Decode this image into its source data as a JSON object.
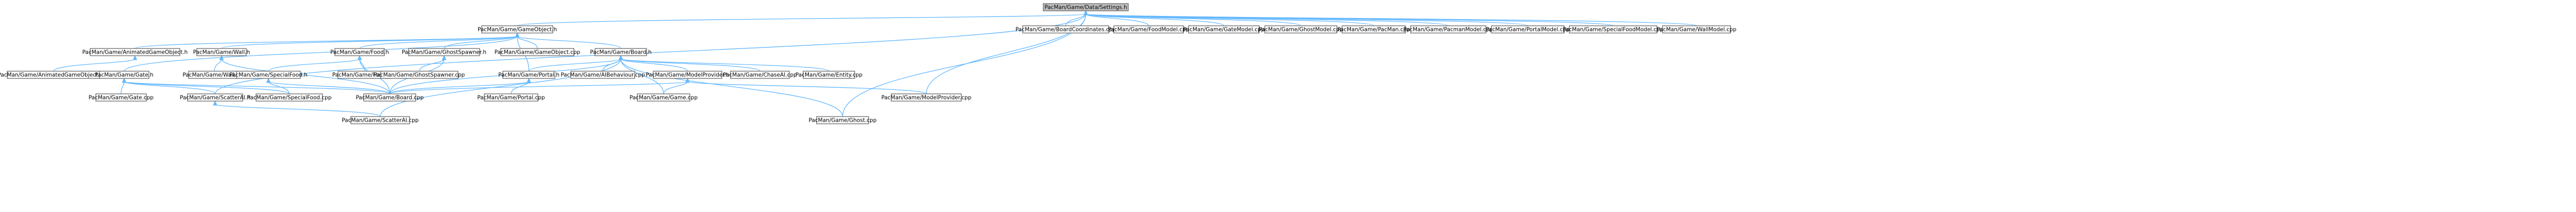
{
  "nodes": {
    "settings_h": {
      "label": "PacMan/Game/Data/Settings.h",
      "highlight": true
    },
    "gameobject_h": {
      "label": "PacMan/Game/GameObject.h"
    },
    "animated_h": {
      "label": "PacMan/Game/AnimatedGameObject.h"
    },
    "wall_h": {
      "label": "PacMan/Game/Wall.h"
    },
    "food_h": {
      "label": "PacMan/Game/Food.h"
    },
    "ghostspawner_h": {
      "label": "PacMan/Game/GhostSpawner.h"
    },
    "gameobject_cpp": {
      "label": "PacMan/Game/GameObject.cpp"
    },
    "board_h": {
      "label": "PacMan/Game/Board.h"
    },
    "boardcoords_cpp": {
      "label": "PacMan/Game/BoardCoordinates.cpp"
    },
    "foodmodel_cpp": {
      "label": "PacMan/Game/FoodModel.cpp"
    },
    "gatemodel_cpp": {
      "label": "PacMan/Game/GateModel.cpp"
    },
    "ghostmodel_cpp": {
      "label": "PacMan/Game/GhostModel.cpp"
    },
    "pacman_cpp": {
      "label": "PacMan/Game/PacMan.cpp"
    },
    "pacmanmodel_cpp": {
      "label": "PacMan/Game/PacmanModel.cpp"
    },
    "portalmodel_cpp": {
      "label": "PacMan/Game/PortalModel.cpp"
    },
    "specialfoodmodel_cpp": {
      "label": "PacMan/Game/SpecialFoodModel.cpp"
    },
    "wallmodel_cpp": {
      "label": "PacMan/Game/WallModel.cpp"
    },
    "animated_cpp": {
      "label": "PacMan/Game/AnimatedGameObject.cpp"
    },
    "gate_h": {
      "label": "PacMan/Game/Gate.h"
    },
    "wall_cpp": {
      "label": "PacMan/Game/Wall.cpp"
    },
    "specialfood_h": {
      "label": "PacMan/Game/SpecialFood.h"
    },
    "food_cpp": {
      "label": "PacMan/Game/Food.cpp"
    },
    "ghostspawner_cpp": {
      "label": "PacMan/Game/GhostSpawner.cpp"
    },
    "portal_h": {
      "label": "PacMan/Game/Portal.h"
    },
    "aibehaviour_cpp": {
      "label": "PacMan/Game/AIBehaviour.cpp"
    },
    "modelprovider_h": {
      "label": "PacMan/Game/ModelProvider.h"
    },
    "chaseai_cpp": {
      "label": "PacMan/Game/ChaseAI.cpp"
    },
    "entity_cpp": {
      "label": "PacMan/Game/Entity.cpp"
    },
    "gate_cpp": {
      "label": "PacMan/Game/Gate.cpp"
    },
    "scatterai_h": {
      "label": "PacMan/Game/ScatterAI.h"
    },
    "specialfood_cpp": {
      "label": "PacMan/Game/SpecialFood.cpp"
    },
    "board_cpp": {
      "label": "PacMan/Game/Board.cpp"
    },
    "portal_cpp": {
      "label": "PacMan/Game/Portal.cpp"
    },
    "game_cpp": {
      "label": "PacMan/Game/Game.cpp"
    },
    "modelprovider_cpp": {
      "label": "PacMan/Game/ModelProvider.cpp"
    },
    "scatterai_cpp": {
      "label": "PacMan/Game/ScatterAI.cpp"
    },
    "ghost_cpp": {
      "label": "PacMan/Game/Ghost.cpp"
    }
  },
  "edges": [
    [
      "settings_h",
      "gameobject_h"
    ],
    [
      "settings_h",
      "boardcoords_cpp"
    ],
    [
      "settings_h",
      "foodmodel_cpp"
    ],
    [
      "settings_h",
      "gatemodel_cpp"
    ],
    [
      "settings_h",
      "ghostmodel_cpp"
    ],
    [
      "settings_h",
      "pacman_cpp"
    ],
    [
      "settings_h",
      "pacmanmodel_cpp"
    ],
    [
      "settings_h",
      "portalmodel_cpp"
    ],
    [
      "settings_h",
      "specialfoodmodel_cpp"
    ],
    [
      "settings_h",
      "wallmodel_cpp"
    ],
    [
      "settings_h",
      "modelprovider_cpp"
    ],
    [
      "settings_h",
      "ghost_cpp"
    ],
    [
      "settings_h",
      "scatterai_h"
    ],
    [
      "gameobject_h",
      "animated_h"
    ],
    [
      "gameobject_h",
      "wall_h"
    ],
    [
      "gameobject_h",
      "food_h"
    ],
    [
      "gameobject_h",
      "ghostspawner_h"
    ],
    [
      "gameobject_h",
      "gameobject_cpp"
    ],
    [
      "gameobject_h",
      "board_h"
    ],
    [
      "gameobject_h",
      "gate_h"
    ],
    [
      "gameobject_h",
      "portal_h"
    ],
    [
      "animated_h",
      "animated_cpp"
    ],
    [
      "wall_h",
      "wall_cpp"
    ],
    [
      "wall_h",
      "board_cpp"
    ],
    [
      "food_h",
      "specialfood_h"
    ],
    [
      "food_h",
      "food_cpp"
    ],
    [
      "food_h",
      "board_cpp"
    ],
    [
      "ghostspawner_h",
      "ghostspawner_cpp"
    ],
    [
      "ghostspawner_h",
      "board_cpp"
    ],
    [
      "board_h",
      "portal_h"
    ],
    [
      "board_h",
      "aibehaviour_cpp"
    ],
    [
      "board_h",
      "modelprovider_h"
    ],
    [
      "board_h",
      "chaseai_cpp"
    ],
    [
      "board_h",
      "entity_cpp"
    ],
    [
      "board_h",
      "board_cpp"
    ],
    [
      "board_h",
      "game_cpp"
    ],
    [
      "board_h",
      "scatterai_cpp"
    ],
    [
      "board_h",
      "ghost_cpp"
    ],
    [
      "gate_h",
      "gate_cpp"
    ],
    [
      "gate_h",
      "scatterai_h"
    ],
    [
      "gate_h",
      "board_cpp"
    ],
    [
      "gate_h",
      "specialfood_cpp"
    ],
    [
      "specialfood_h",
      "specialfood_cpp"
    ],
    [
      "specialfood_h",
      "board_cpp"
    ],
    [
      "portal_h",
      "portal_cpp"
    ],
    [
      "portal_h",
      "board_cpp"
    ],
    [
      "modelprovider_h",
      "board_cpp"
    ],
    [
      "modelprovider_h",
      "game_cpp"
    ],
    [
      "modelprovider_h",
      "modelprovider_cpp"
    ],
    [
      "scatterai_h",
      "scatterai_cpp"
    ]
  ]
}
